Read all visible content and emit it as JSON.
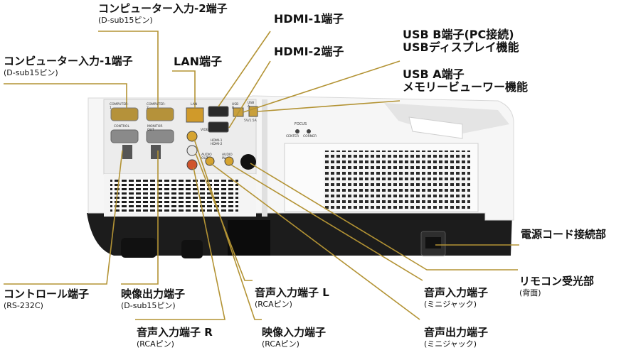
{
  "colors": {
    "leader": "#b39334",
    "body": "#f1f1f1",
    "base": "#1a1a1a",
    "port": "#c98a1a"
  },
  "labels": {
    "computer_in_2": {
      "title": "コンピューター入力-2端子",
      "sub": "(D-sub15ピン)"
    },
    "hdmi_1": {
      "title": "HDMI-1端子"
    },
    "usb_b": {
      "title": "USB B端子(PC接続)",
      "title2": "USBディスプレイ機能"
    },
    "computer_in_1": {
      "title": "コンピューター入力-1端子",
      "sub": "(D-sub15ピン)"
    },
    "lan": {
      "title": "LAN端子"
    },
    "hdmi_2": {
      "title": "HDMI-2端子"
    },
    "usb_a": {
      "title": "USB A端子",
      "title2": "メモリービューワー機能"
    },
    "power": {
      "title": "電源コード接続部"
    },
    "remote": {
      "title": "リモコン受光部",
      "sub": "(背面)"
    },
    "control": {
      "title": "コントロール端子",
      "sub": "(RS-232C)"
    },
    "monitor_out": {
      "title": "映像出力端子",
      "sub": "(D-sub15ピン)"
    },
    "audio_in_l": {
      "title": "音声入力端子 L",
      "sub": "(RCAピン)"
    },
    "audio_in_mini": {
      "title": "音声入力端子",
      "sub": "(ミニジャック)"
    },
    "audio_in_r": {
      "title": "音声入力端子 R",
      "sub": "(RCAピン)"
    },
    "video_in": {
      "title": "映像入力端子",
      "sub": "(RCAピン)"
    },
    "audio_out_mini": {
      "title": "音声出力端子",
      "sub": "(ミニジャック)"
    }
  },
  "panel": {
    "computer1": "COMPUTER-1",
    "computer2": "COMPUTER-2",
    "lan": "LAN",
    "control": "CONTROL",
    "monitor_out": "MONITOR OUT",
    "video": "VIDEO",
    "audio_out": "AUDIO OUT",
    "audio_in": "AUDIO IN",
    "hdmi": "HDMI-1 HDMI-2",
    "usb_b": "USB B",
    "usb_a": "USB A",
    "usb_power": "5V/1.5A",
    "focus": "FOCUS",
    "center": "CENTER",
    "corner": "CORNER"
  }
}
